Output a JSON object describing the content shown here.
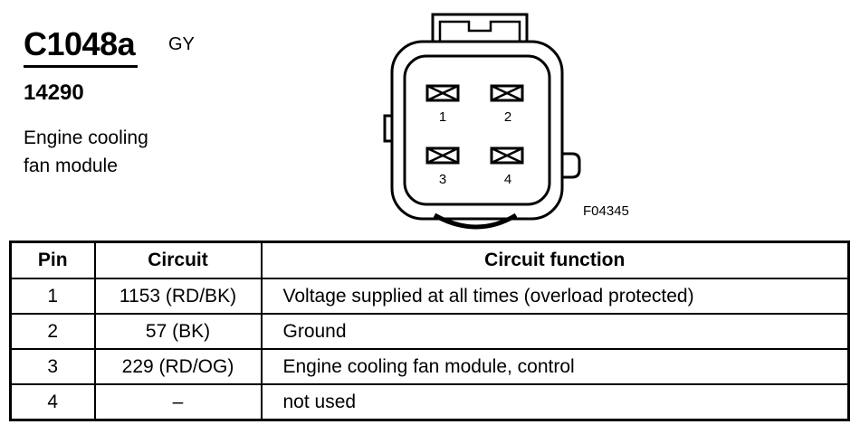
{
  "header": {
    "connector_code": "C1048a",
    "color_code": "GY",
    "part_number": "14290",
    "description_line1": "Engine cooling",
    "description_line2": "fan module"
  },
  "figure": {
    "reference": "F04345",
    "pin_labels": [
      "1",
      "2",
      "3",
      "4"
    ]
  },
  "table": {
    "headers": {
      "pin": "Pin",
      "circuit": "Circuit",
      "function": "Circuit function"
    },
    "rows": [
      {
        "pin": "1",
        "circuit": "1153 (RD/BK)",
        "function": "Voltage supplied at all times (overload protected)"
      },
      {
        "pin": "2",
        "circuit": "57 (BK)",
        "function": "Ground"
      },
      {
        "pin": "3",
        "circuit": "229 (RD/OG)",
        "function": "Engine cooling fan module, control"
      },
      {
        "pin": "4",
        "circuit": "–",
        "function": "not used"
      }
    ]
  }
}
